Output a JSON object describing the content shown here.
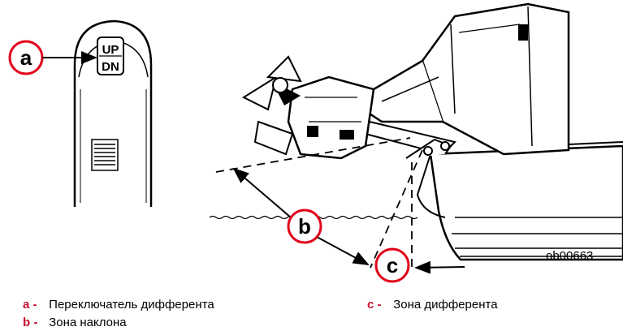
{
  "colors": {
    "callout_circle": "#e2001a",
    "legend_key": "#c8102e",
    "ink": "#000000"
  },
  "switch_button": {
    "up": "UP",
    "down": "DN"
  },
  "callouts": {
    "a": "a",
    "b": "b",
    "c": "c"
  },
  "reference": "ob00663",
  "legend": [
    {
      "key": "a -",
      "text": "Переключатель дифферента"
    },
    {
      "key": "b -",
      "text": "Зона наклона"
    },
    {
      "key": "c -",
      "text": "Зона дифферента"
    }
  ]
}
